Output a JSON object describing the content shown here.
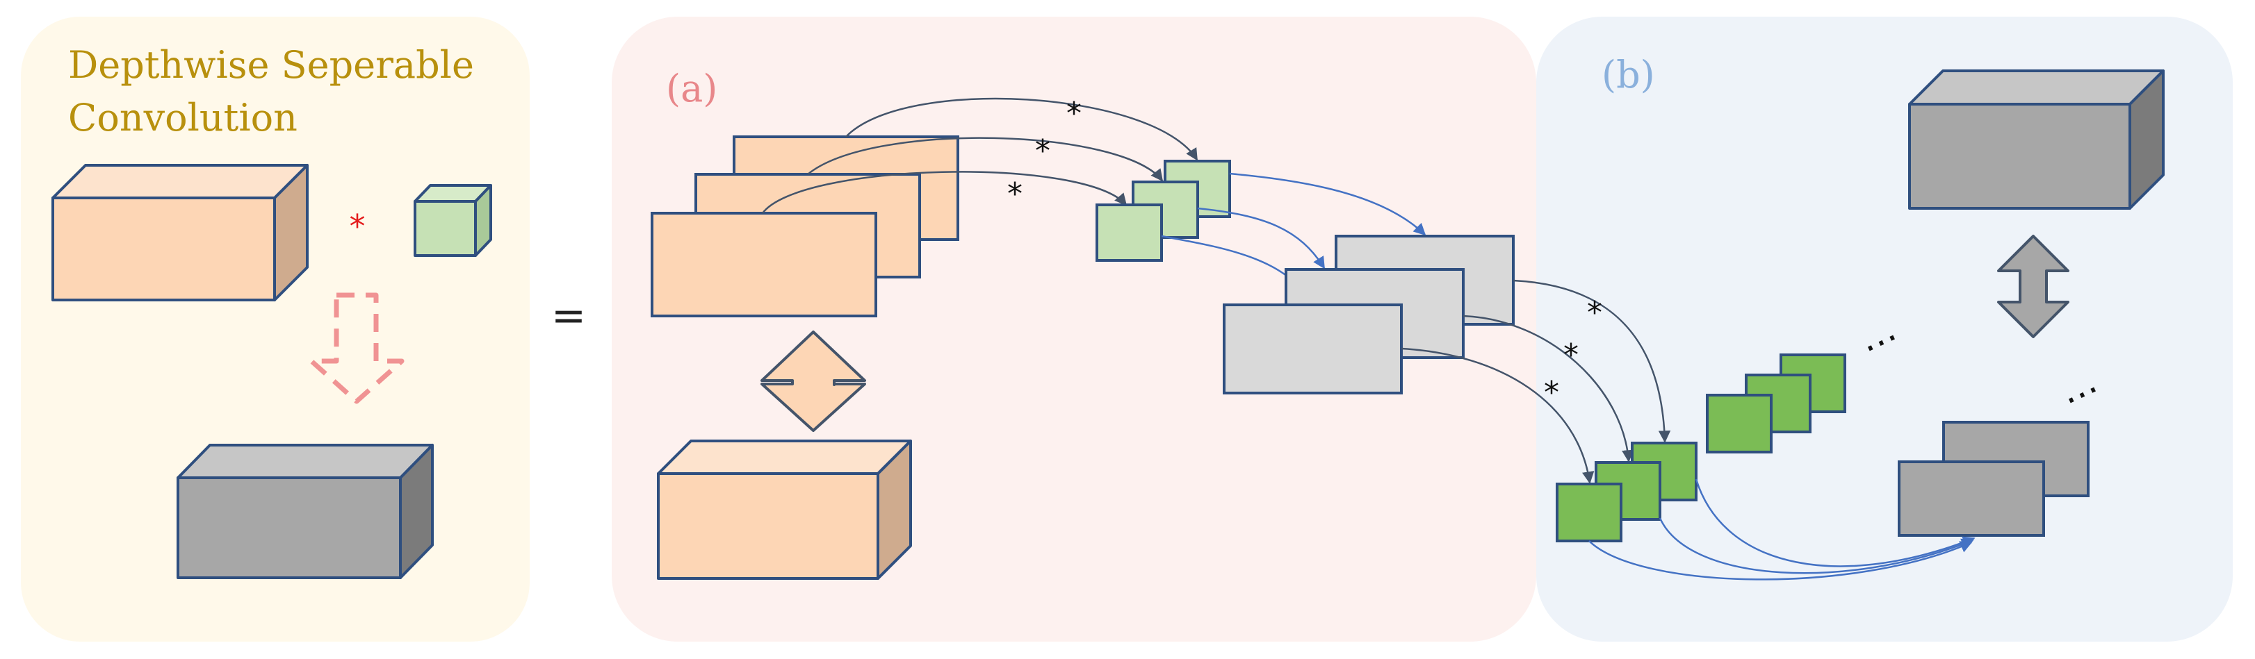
{
  "left_panel": {
    "title_line1": "Depthwise Seperable",
    "title_line2": "Convolution",
    "operator": "*"
  },
  "equals": "=",
  "panel_a": {
    "label": "(a)"
  },
  "panel_b": {
    "label": "(b)"
  },
  "conv_operator": "*",
  "ellipsis": "⋯",
  "colors": {
    "left_bg": "#fff9ea",
    "a_bg": "#fdf1ef",
    "b_bg": "#eef3f9",
    "title": "#b8900d",
    "label_a": "#e8878a",
    "label_b": "#8ab0dc",
    "peach_front": "#fdd6b5",
    "peach_top": "#fde3cd",
    "peach_side": "#cfab8e",
    "gray_front": "#a7a7a7",
    "gray_top": "#c6c6c6",
    "gray_side": "#7b7b7b",
    "light_green": "#c6e1b5",
    "green": "#7bbc55",
    "light_gray": "#d9d9d9",
    "outline": "#2f4f7f",
    "arrow_dark": "#44546a",
    "arrow_blue": "#4472c4",
    "dashed_arrow": "#f09393",
    "red_star": "#e41b1b"
  }
}
